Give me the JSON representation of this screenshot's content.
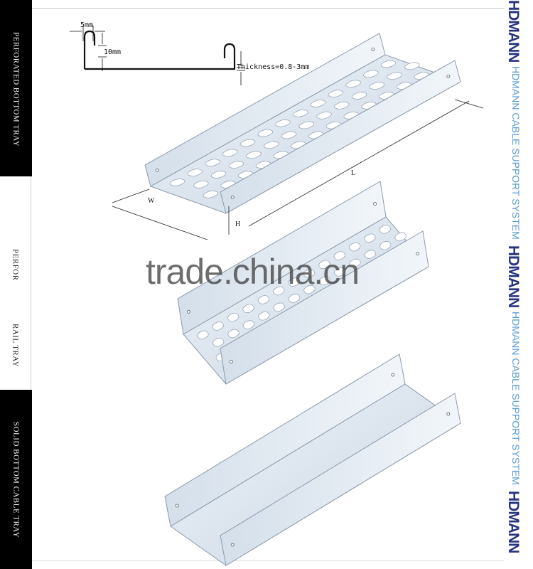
{
  "sidebar": {
    "sections": [
      {
        "label": "PERFORATED BOTTOM TRAY"
      },
      {
        "label_start": "PERFOR",
        "label_end": "RAIL TRAY"
      },
      {
        "label": "SOLID BOTTOM CABLE TRAY"
      }
    ]
  },
  "profile": {
    "flange_width": "5mm",
    "lip_height": "10mm",
    "thickness": "Thickness=0.8-3mm"
  },
  "dimensions": {
    "width": "W",
    "height": "H",
    "length": "L"
  },
  "watermark": "trade.china.cn",
  "brand": {
    "logo": "HDMANN",
    "tagline": "HDMANN CABLE SUPPORT SYSTEM",
    "logo_color": "#27347e",
    "tagline_color": "#5b9bd5"
  },
  "colors": {
    "tray_fill": "#dfe8f2",
    "tray_edge": "#8c9aab",
    "sidebar_dark": "#000000"
  }
}
